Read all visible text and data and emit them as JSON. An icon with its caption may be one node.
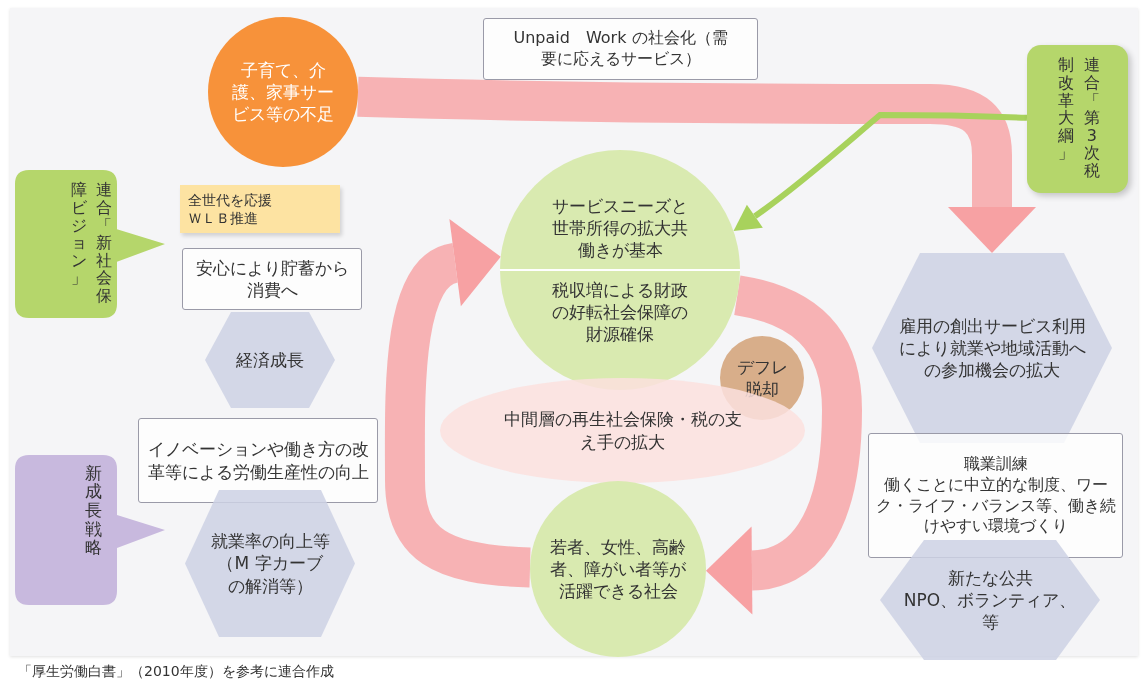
{
  "diagram": {
    "caption": "「厚生労働白書」（2010年度）を参考に連合作成",
    "nodes": [
      {
        "text": [
          "子育て、介護、家事サービス等の不足"
        ]
      },
      {
        "text": [
          "Unpaid　Work の社会化（需要に応えるサービス）"
        ]
      },
      {
        "text": [
          "連合「第3次税制改革大綱」"
        ]
      },
      {
        "text": [
          "連合「新社会保障ビジョン」"
        ]
      },
      {
        "text": [
          "全世代を応援",
          "ＷＬＢ推進"
        ]
      },
      {
        "text": [
          "安心により貯蓄から消費へ"
        ]
      },
      {
        "text": [
          "経済成長"
        ]
      },
      {
        "text": [
          "サービスニーズと世帯所得の拡大共働きが基本",
          "税収増による財政の好転社会保障の財源確保"
        ]
      },
      {
        "text": [
          "デフレ脱却"
        ]
      },
      {
        "text": [
          "中間層の再生社会保険・税の支え手の拡大"
        ]
      },
      {
        "text": [
          "雇用の創出サービス利用により就業や地域活動への参加機会の拡大"
        ]
      },
      {
        "text": [
          "職業訓練",
          "働くことに中立的な制度、ワーク・ライフ・バランス等、働き続けやすい環境づくり"
        ]
      },
      {
        "text": [
          "新たな公共",
          "NPO、ボランティア、等"
        ]
      },
      {
        "text": [
          "若者、女性、高齢者、障がい者等が活躍できる社会"
        ]
      },
      {
        "text": [
          "新成長戦略"
        ]
      },
      {
        "text": [
          "イノベーションや働き方の改革等による労働生産性の向上"
        ]
      },
      {
        "text": [
          "就業率の向上等（M 字カーブの解消等）"
        ]
      }
    ],
    "edges": [
      {
        "from": 0,
        "to": 10,
        "arrow": "to"
      },
      {
        "from": 2,
        "to": 7,
        "arrow": "to",
        "color": "#a8d25c"
      },
      {
        "from": 7,
        "to": 13,
        "arrow": "to"
      },
      {
        "from": 13,
        "to": 7,
        "arrow": "to"
      }
    ]
  }
}
